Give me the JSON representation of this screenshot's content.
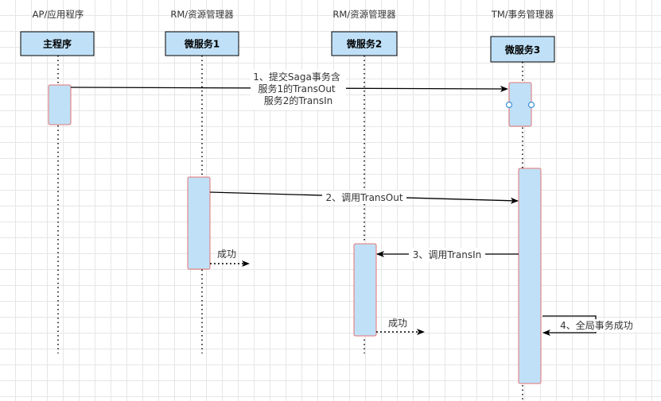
{
  "participants": [
    {
      "role": "AP/应用程序",
      "name": "主程序"
    },
    {
      "role": "RM/资源管理器",
      "name": "微服务1"
    },
    {
      "role": "RM/资源管理器",
      "name": "微服务2"
    },
    {
      "role": "TM/事务管理器",
      "name": "微服务3"
    }
  ],
  "messages": {
    "m1": {
      "lines": [
        "1、提交Saga事务含",
        "服务1的TransOut",
        "服务2的TransIn"
      ]
    },
    "m2": {
      "label": "2、调用TransOut"
    },
    "m3": {
      "label": "3、调用TransIn"
    },
    "m4": {
      "label": "4、全局事务成功"
    },
    "r1": {
      "label": "成功"
    },
    "r2": {
      "label": "成功"
    }
  },
  "colors": {
    "participant_fill": "#bfe0f7",
    "activation_fill": "#bfe0f7",
    "activation_border": "#e57373",
    "grid": "#e6e6e6"
  }
}
